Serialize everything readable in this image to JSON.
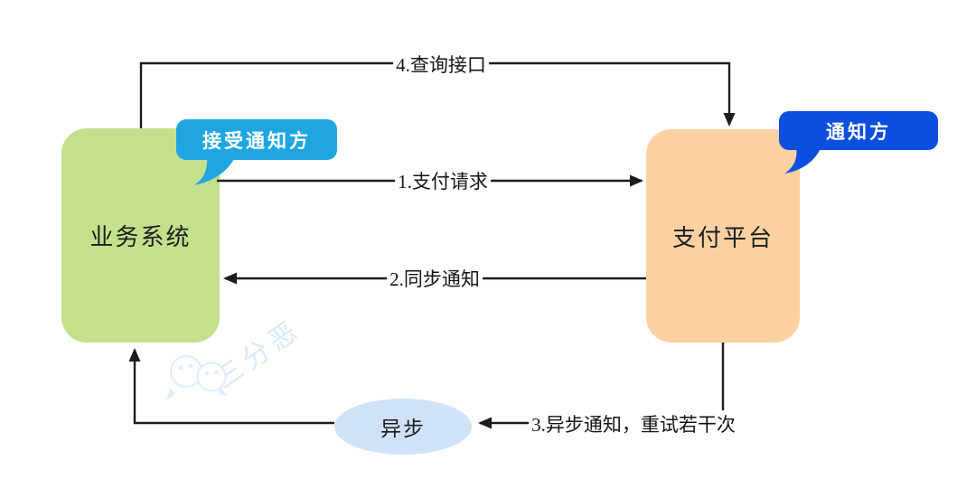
{
  "nodes": {
    "business": {
      "label": "业务系统",
      "fill": "#c5e08c"
    },
    "payment": {
      "label": "支付平台",
      "fill": "#fcd1a2"
    },
    "async": {
      "label": "异步",
      "fill": "#cfe2f8"
    }
  },
  "callouts": {
    "receiver": {
      "label": "接受通知方",
      "fill": "#1fa6e2"
    },
    "notifier": {
      "label": "通知方",
      "fill": "#0b4fdf"
    }
  },
  "arrows": {
    "payment_request": {
      "label": "1.支付请求",
      "from": "业务系统",
      "to": "支付平台"
    },
    "sync_notify": {
      "label": "2.同步通知",
      "from": "支付平台",
      "to": "业务系统"
    },
    "async_notify": {
      "label": "3.异步通知，重试若干次",
      "from": "支付平台",
      "to": "异步"
    },
    "query_api": {
      "label": "4.查询接口",
      "from": "业务系统",
      "to": "支付平台"
    }
  },
  "watermark": {
    "text": "三分恶",
    "icon": "wechat-chat-bubbles-icon",
    "color": "#d9e9fb"
  },
  "colors": {
    "line": "#1c1c1c",
    "background": "#ffffff"
  }
}
